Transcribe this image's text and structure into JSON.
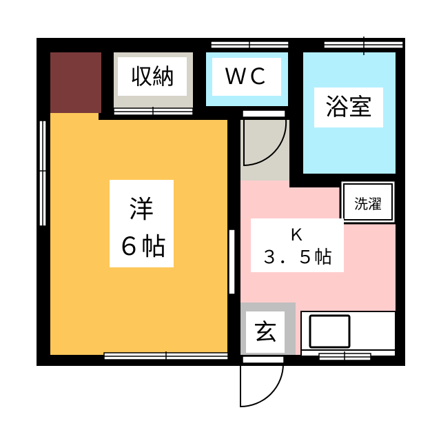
{
  "rooms": {
    "storage": {
      "label": "収納"
    },
    "wc": {
      "label": "ＷＣ"
    },
    "bath": {
      "label": "浴室"
    },
    "western": {
      "line1": "洋",
      "line2": "６帖"
    },
    "kitchen": {
      "line1": "Ｋ",
      "line2": "３．５帖"
    },
    "laundry": {
      "label": "洗濯"
    },
    "entrance": {
      "label": "玄"
    }
  },
  "colors": {
    "wall": "#000000",
    "western": "#fdc75a",
    "kitchen": "#ffcccc",
    "wet": "#b3f0fe",
    "storage": "#d6d3c8",
    "closet": "#7a3a3a",
    "entrance": "#bfbfbf"
  }
}
